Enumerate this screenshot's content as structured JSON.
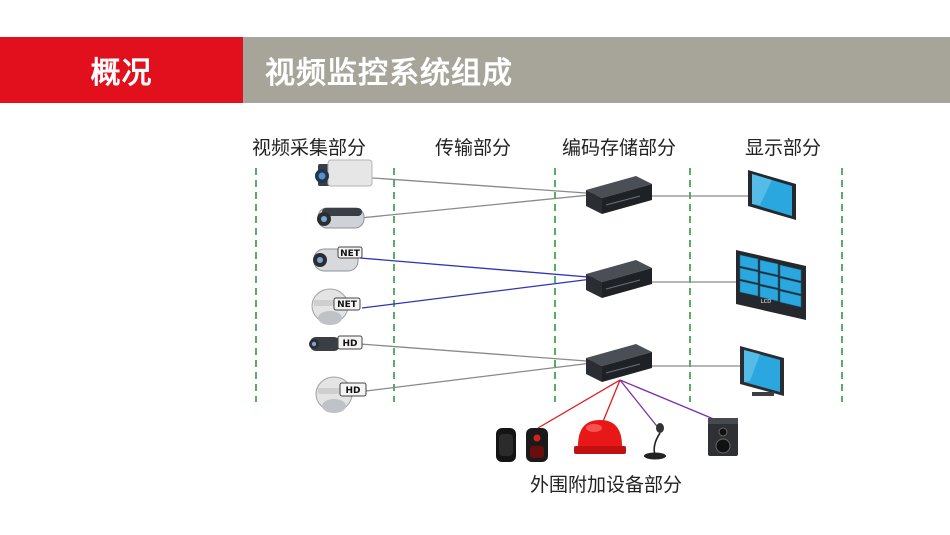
{
  "header": {
    "section": "概况",
    "title": "视频监控系统组成"
  },
  "columns": {
    "capture": "视频采集部分",
    "transmission": "传输部分",
    "storage": "编码存储部分",
    "display": "显示部分"
  },
  "camera_badges": {
    "net": "NET",
    "hd": "HD"
  },
  "monitor_badge": "LCD",
  "peripherals": {
    "label": "外围附加设备部分"
  },
  "line_colors": {
    "analog": "#8a8a8a",
    "network": "#2e34b8",
    "hd": "#8a8a8a",
    "alarm": "#e11b1b",
    "audio": "#7a2fb0"
  }
}
